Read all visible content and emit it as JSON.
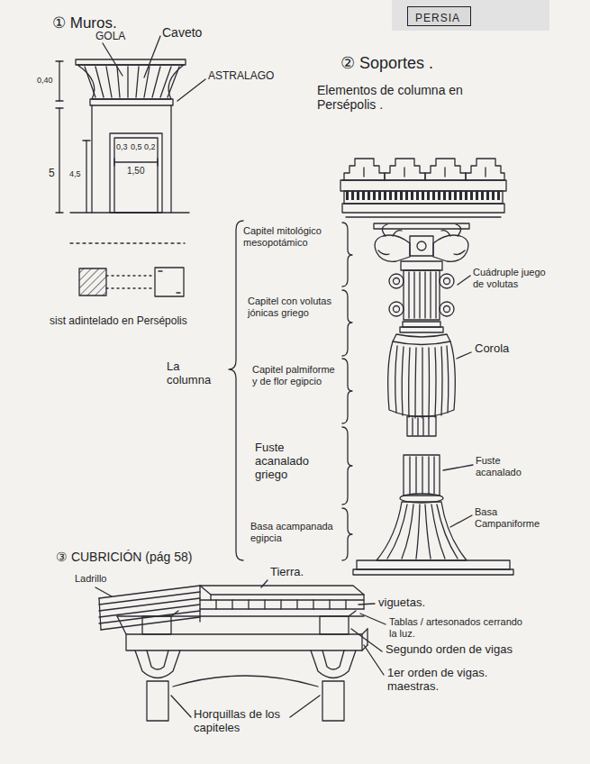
{
  "diagram": {
    "nodes": [
      {
        "text": [
          "PERSIA"
        ]
      }
    ],
    "labels": [
      "① Muros.",
      "GOLA",
      "Caveto",
      "ASTRALAGO",
      "0,40",
      "5",
      "4,5",
      "0,3",
      "0,5",
      "0,2",
      "1,50",
      "sist adintelado en Persépolis",
      "② Soportes .",
      "Elementos de columna en Persépolis .",
      "Capitel mitológico mesopotámico",
      "Capitel con volutas jónicas griego",
      "Capitel palmiforme y de flor egipcio",
      "Fuste acanalado griego",
      "Basa acampanada egipcia",
      "La columna",
      "Cuádruple juego de volutas",
      "Corola",
      "Fuste acanalado",
      "Basa Campaniforme",
      "③ CUBRICIÓN (pág 58)",
      "Ladrillo",
      "Tierra.",
      "viguetas.",
      "Tablas / artesonados cerrando la luz.",
      "Segundo orden de vigas",
      "1er orden de vigas. maestras.",
      "Horquillas de los capiteles"
    ]
  }
}
